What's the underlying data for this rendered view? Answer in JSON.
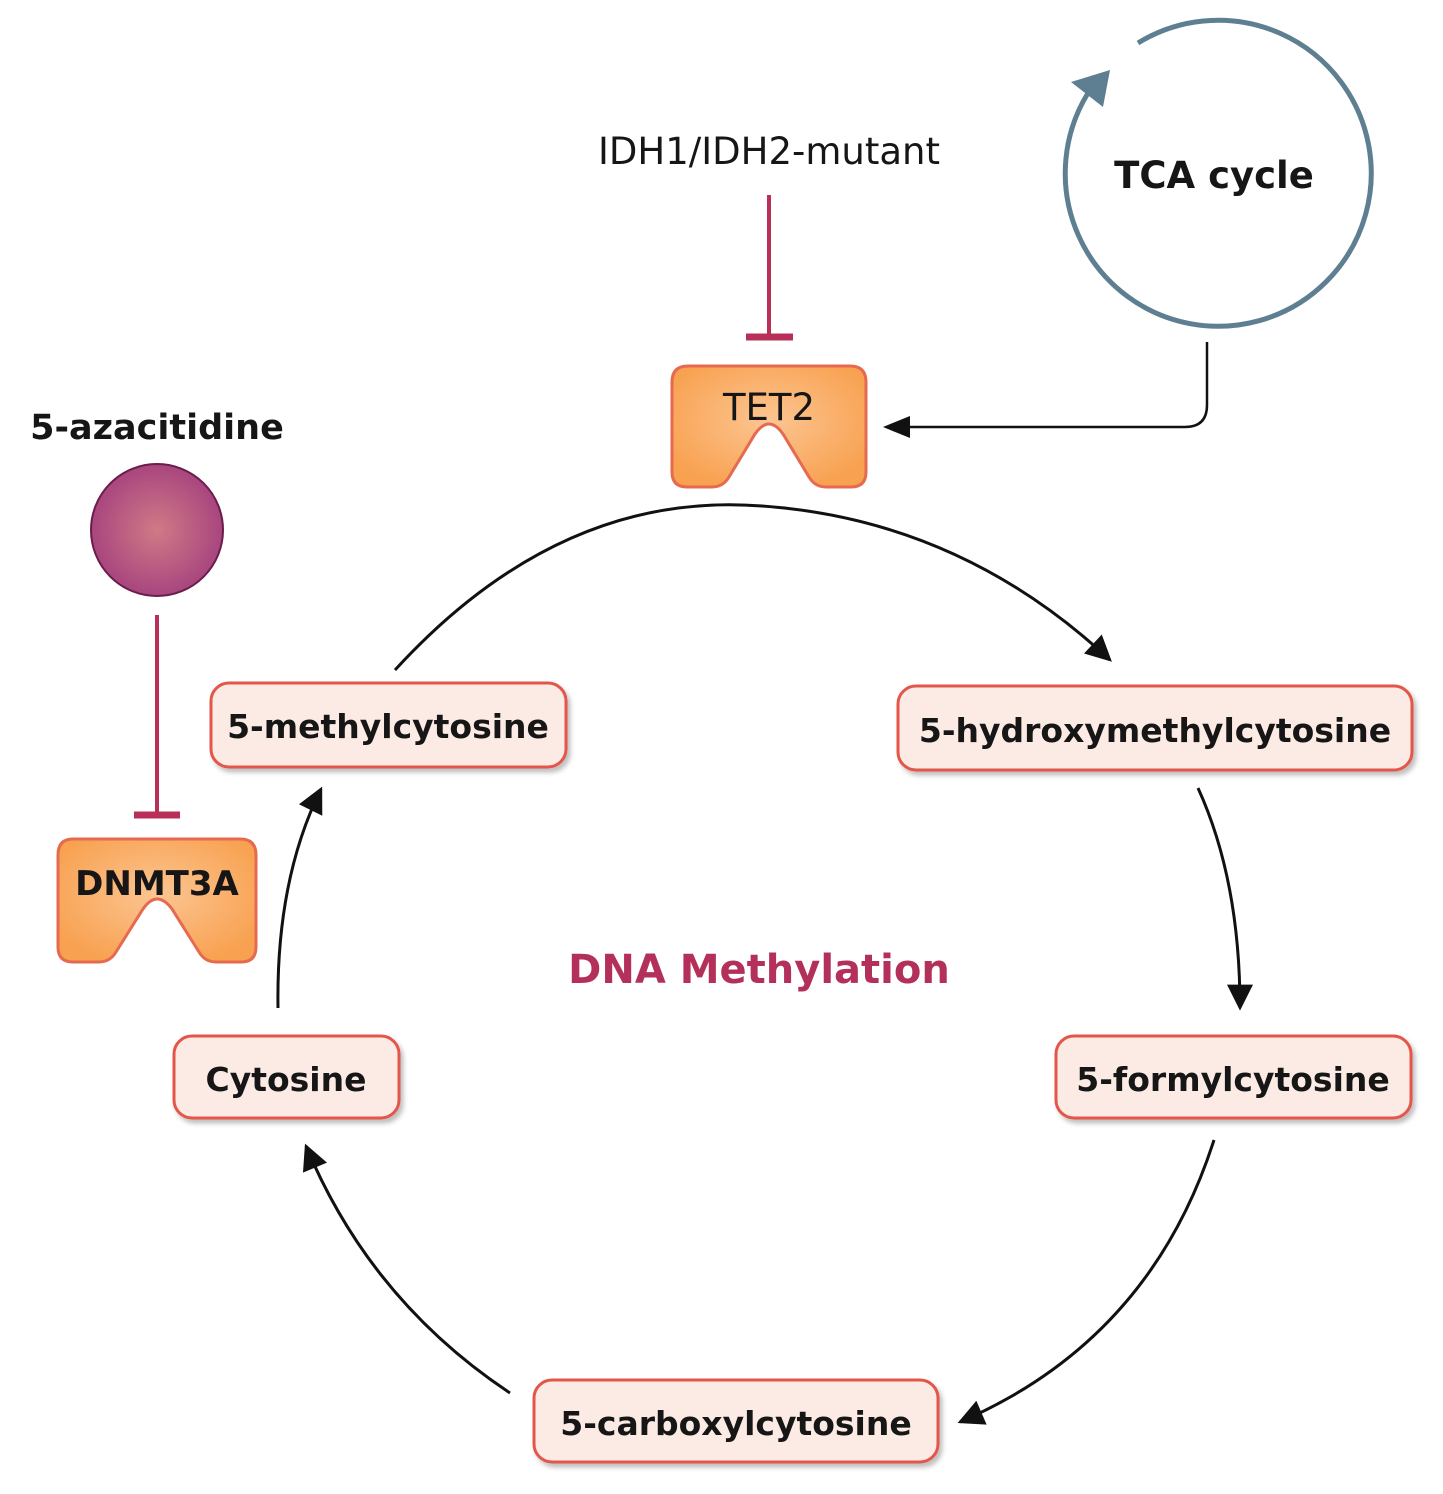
{
  "title": "DNA Methylation",
  "colors": {
    "title": "#b3305a",
    "inhibit": "#b83058",
    "arrow": "#111111",
    "tca_cycle": "#5e7f91",
    "node_fill": "#fcebe4",
    "node_border": "#e4574a",
    "enzyme_fill": "#f9a65a",
    "enzyme_border": "#e66a50",
    "drug_fill": "#a8457e"
  },
  "cycle_nodes": [
    {
      "id": "5mc",
      "label": "5-methylcytosine"
    },
    {
      "id": "5hmc",
      "label": "5-hydroxymethylcytosine"
    },
    {
      "id": "5fc",
      "label": "5-formylcytosine"
    },
    {
      "id": "5cac",
      "label": "5-carboxylcytosine"
    },
    {
      "id": "c",
      "label": "Cytosine"
    }
  ],
  "enzymes": {
    "tet2": "TET2",
    "dnmt3a": "DNMT3A"
  },
  "regulators": {
    "idh": "IDH1/IDH2-mutant",
    "azacitidine": "5-azacitidine",
    "tca": "TCA cycle"
  },
  "edges": [
    {
      "from": "5mc",
      "to": "5hmc",
      "type": "conversion",
      "catalyst": "TET2"
    },
    {
      "from": "5hmc",
      "to": "5fc",
      "type": "conversion"
    },
    {
      "from": "5fc",
      "to": "5cac",
      "type": "conversion"
    },
    {
      "from": "5cac",
      "to": "c",
      "type": "conversion"
    },
    {
      "from": "c",
      "to": "5mc",
      "type": "conversion",
      "catalyst": "DNMT3A"
    },
    {
      "from": "IDH1/IDH2-mutant",
      "to": "TET2",
      "type": "inhibition"
    },
    {
      "from": "5-azacitidine",
      "to": "DNMT3A",
      "type": "inhibition"
    },
    {
      "from": "TCA cycle",
      "to": "TET2",
      "type": "activation"
    }
  ]
}
